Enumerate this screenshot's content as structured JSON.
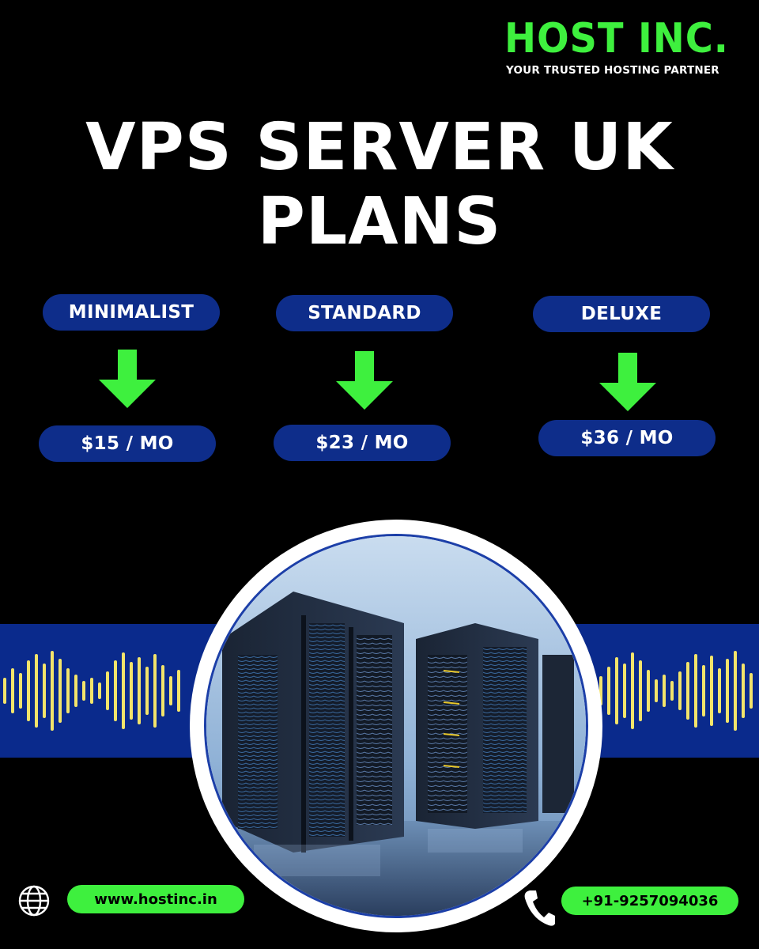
{
  "brand": {
    "name": "HOST INC.",
    "tagline": "YOUR TRUSTED HOSTING PARTNER",
    "accent_color": "#3ef03e"
  },
  "title": {
    "line1": "VPS SERVER UK",
    "line2": "PLANS"
  },
  "plans": [
    {
      "name": "MINIMALIST",
      "price": "$15 / MO"
    },
    {
      "name": "STANDARD",
      "price": "$23 / MO"
    },
    {
      "name": "DELUXE",
      "price": "$36 / MO"
    }
  ],
  "colors": {
    "pill": "#0e2d8a",
    "band": "#0a2a8c",
    "wave": "#f3e46b",
    "arrow": "#3ef03e"
  },
  "icons": {
    "globe": "globe-icon",
    "phone": "phone-icon",
    "arrow": "arrow-down-icon"
  },
  "footer": {
    "website": "www.hostinc.in",
    "phone": "+91-9257094036"
  }
}
